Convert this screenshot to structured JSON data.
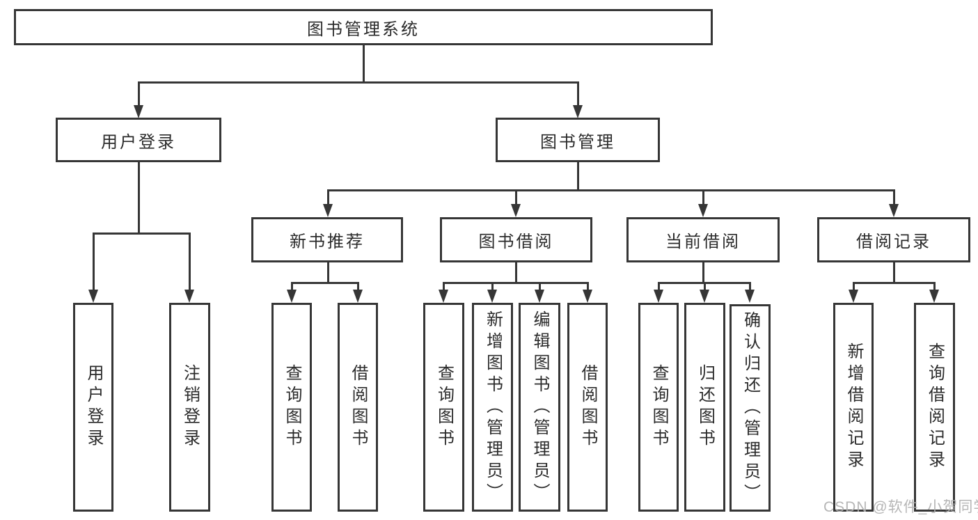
{
  "tree": {
    "root": {
      "label": "图书管理系统"
    },
    "branches": [
      {
        "id": "user-login",
        "label": "用户登录",
        "children": [
          {
            "label": "用户登录"
          },
          {
            "label": "注销登录"
          }
        ]
      },
      {
        "id": "book-management",
        "label": "图书管理",
        "children": [
          {
            "id": "new-book-recommend",
            "label": "新书推荐",
            "children": [
              {
                "label": "查询图书"
              },
              {
                "label": "借阅图书"
              }
            ]
          },
          {
            "id": "book-borrow",
            "label": "图书借阅",
            "children": [
              {
                "label": "查询图书"
              },
              {
                "label": "新增图书（管理员）"
              },
              {
                "label": "编辑图书（管理员）"
              },
              {
                "label": "借阅图书"
              }
            ]
          },
          {
            "id": "current-borrow",
            "label": "当前借阅",
            "children": [
              {
                "label": "查询图书"
              },
              {
                "label": "归还图书"
              },
              {
                "label": "确认归还（管理员）"
              }
            ]
          },
          {
            "id": "borrow-record",
            "label": "借阅记录",
            "children": [
              {
                "label": "新增借阅记录"
              },
              {
                "label": "查询借阅记录"
              }
            ]
          }
        ]
      }
    ]
  },
  "watermark": {
    "text": "CSDN @软件_小贺同学"
  },
  "colors": {
    "line": "#363636",
    "border": "#363636",
    "text": "#2b2b2b",
    "watermark": "#b0b0b0",
    "background": "#ffffff"
  }
}
